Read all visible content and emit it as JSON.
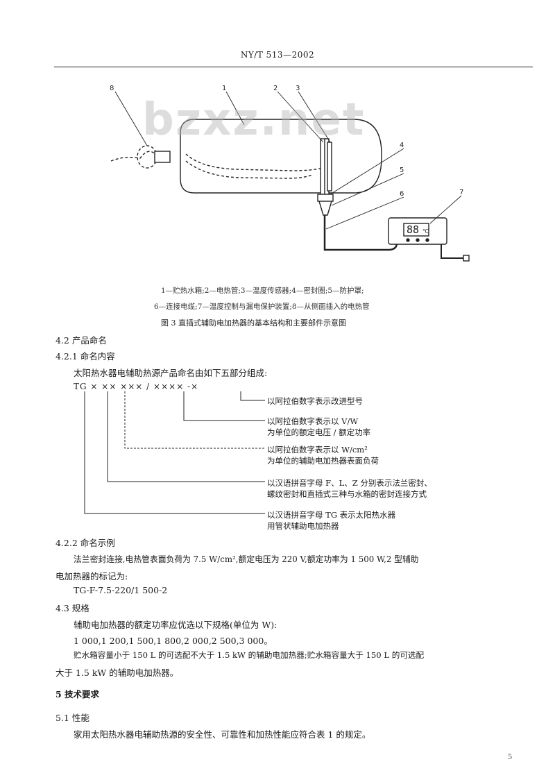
{
  "header": {
    "standard": "NY/T 513—2002"
  },
  "watermark": "bzxz.net",
  "figure": {
    "labels": {
      "n8": "8",
      "n1": "1",
      "n2": "2",
      "n3": "3",
      "n4": "4",
      "n5": "5",
      "n6": "6",
      "n7": "7"
    },
    "display": "88",
    "display_unit": "℃",
    "legend_line1": "1—贮热水箱;2—电热管;3—温度传感器;4—密封圈;5—防护罩;",
    "legend_line2": "6—连接电缆;7—温度控制与漏电保护装置;8—从侧面插入的电热管",
    "caption": "图 3   直插式辅助电加热器的基本结构和主要部件示意图"
  },
  "sec_4_2": {
    "heading": "4.2  产品命名",
    "sub1": "4.2.1  命名内容",
    "intro": "太阳热水器电辅助热源产品命名由如下五部分组成:",
    "code": "TG  ×  ××  ×××  /  ××××  -×",
    "items": [
      {
        "l1": "以阿拉伯数字表示改进型号",
        "l2": ""
      },
      {
        "l1": "以阿拉伯数字表示以 V/W",
        "l2": "为单位的额定电压 / 额定功率"
      },
      {
        "l1": "以阿拉伯数字表示以 W/cm²",
        "l2": "为单位的辅助电加热器表面负荷"
      },
      {
        "l1": "以汉语拼音字母 F、L、Z 分别表示法兰密封、",
        "l2": "螺纹密封和直插式三种与水箱的密封连接方式"
      },
      {
        "l1": "以汉语拼音字母 TG 表示太阳热水器",
        "l2": "用管状辅助电加热器"
      }
    ],
    "sub2": "4.2.2  命名示例",
    "example_l1": "法兰密封连接,电热管表面负荷为 7.5 W/cm²,额定电压为 220 V,额定功率为 1 500 W,2 型辅助",
    "example_l2": "电加热器的标记为:",
    "example_code": "TG-F-7.5-220/1 500-2"
  },
  "sec_4_3": {
    "heading": "4.3  规格",
    "p1": "辅助电加热器的额定功率应优选以下规格(单位为 W):",
    "p2": "1 000,1 200,1 500,1 800,2 000,2 500,3 000。",
    "p3_l1": "贮水箱容量小于 150 L 的可选配不大于 1.5 kW 的辅助电加热器;贮水箱容量大于 150 L 的可选配",
    "p3_l2": "大于 1.5 kW 的辅助电加热器。"
  },
  "sec_5": {
    "heading": "5  技术要求",
    "sub1": "5.1  性能",
    "p1": "家用太阳热水器电辅助热源的安全性、可靠性和加热性能应符合表 1 的规定。"
  },
  "page_number": "5"
}
